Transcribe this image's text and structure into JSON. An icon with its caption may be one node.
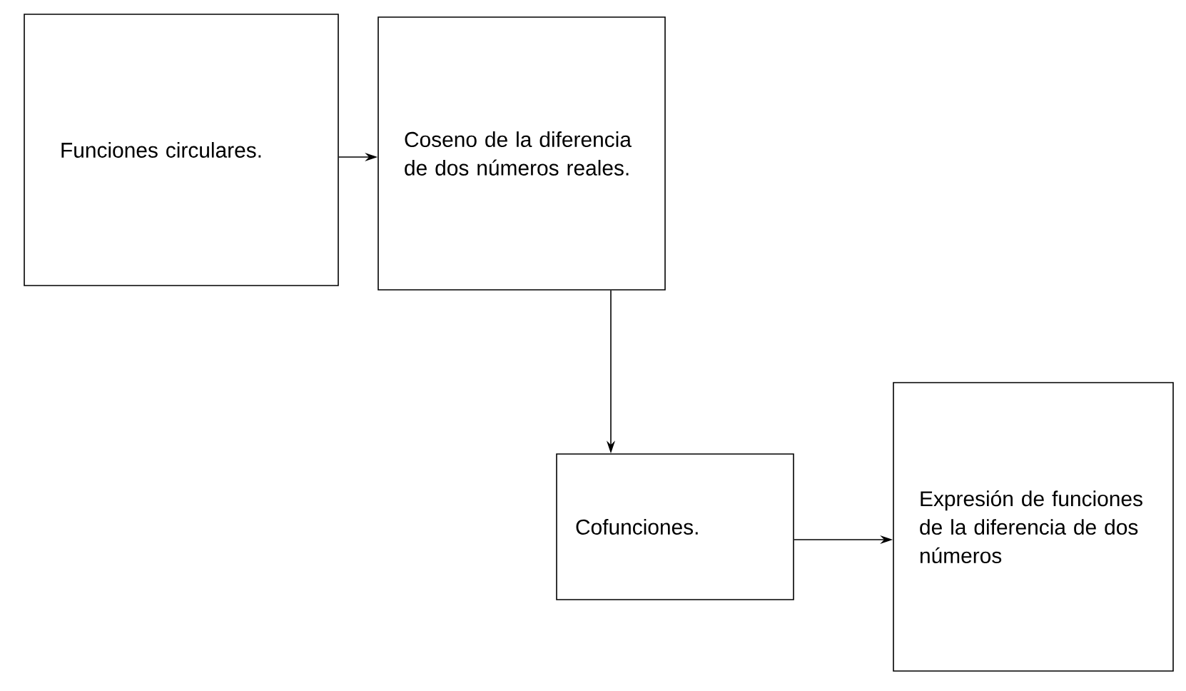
{
  "diagram": {
    "nodes": [
      {
        "text": [
          "Funciones circulares."
        ]
      },
      {
        "text": [
          "Coseno de la diferencia de dos números reales."
        ]
      },
      {
        "text": [
          "Cofunciones."
        ]
      },
      {
        "text": [
          "Expresión de funciones de la diferencia de dos números"
        ]
      }
    ],
    "edges": [
      {
        "from": 0,
        "to": 1,
        "arrow": "to"
      },
      {
        "from": 1,
        "to": 2,
        "arrow": "to"
      },
      {
        "from": 2,
        "to": 3,
        "arrow": "to"
      }
    ]
  }
}
